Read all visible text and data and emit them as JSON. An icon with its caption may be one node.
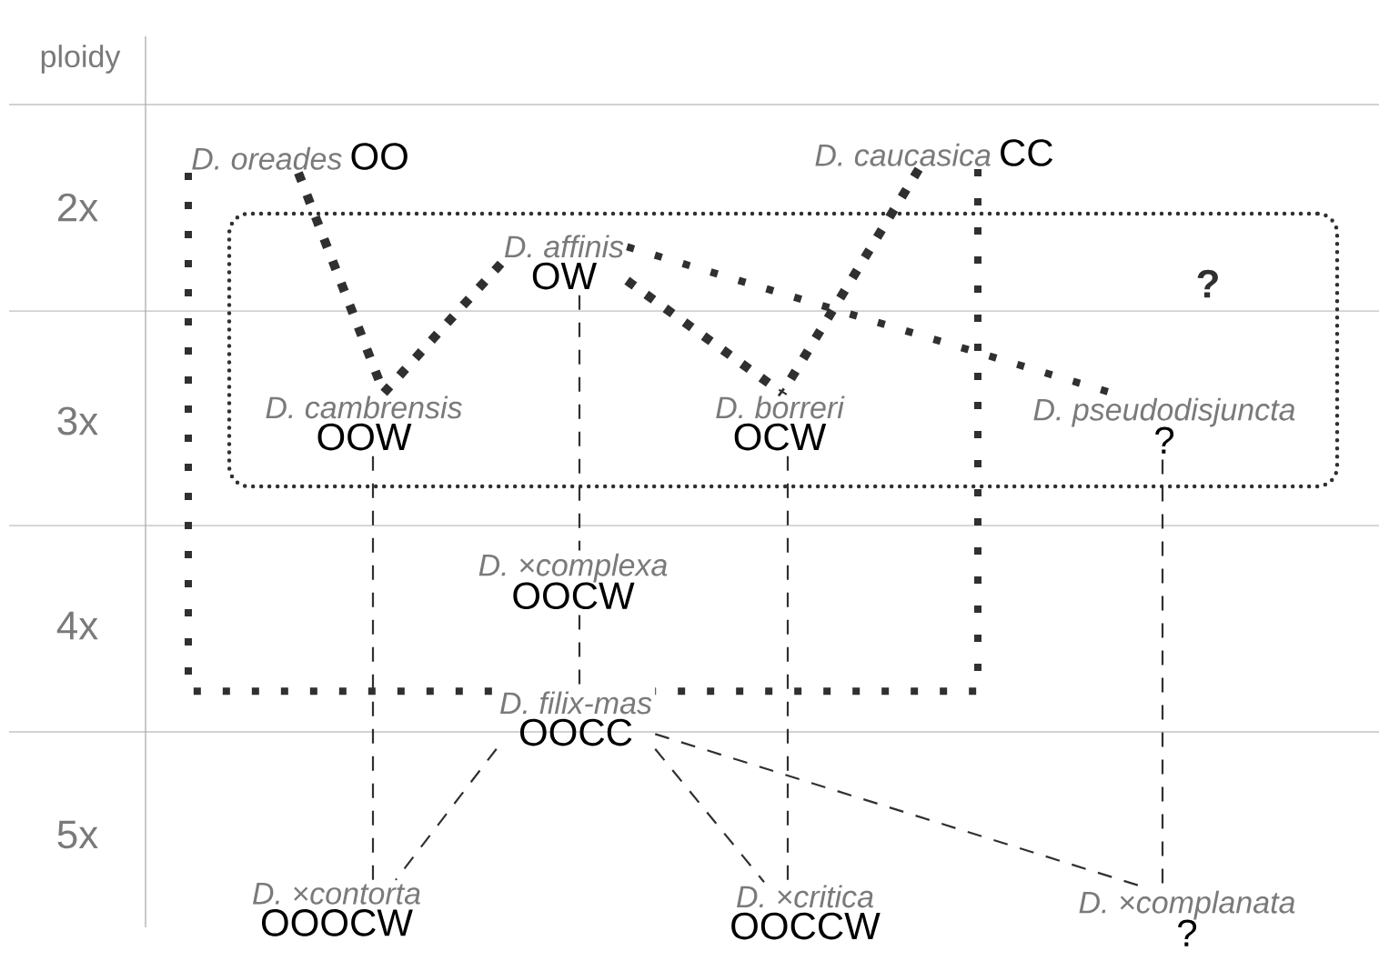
{
  "diagram": {
    "nodes": [
      {
        "text": [
          "D. oreades",
          "OO"
        ]
      },
      {
        "text": [
          "D. caucasica",
          "CC"
        ]
      },
      {
        "text": [
          "?"
        ]
      },
      {
        "text": [
          "D. affinis",
          "OW"
        ],
        "in": 2
      },
      {
        "text": [
          "D. cambrensis",
          "OOW"
        ],
        "in": 2
      },
      {
        "text": [
          "D. borreri",
          "OCW"
        ],
        "in": 2
      },
      {
        "text": [
          "D. pseudodisjuncta",
          "?"
        ],
        "in": 2
      },
      {
        "text": [
          "D. ×complexa",
          "OOCW"
        ]
      },
      {
        "text": [
          "D. filix-mas",
          "OOCC"
        ]
      },
      {
        "text": [
          "D. ×contorta",
          "OOOCW"
        ]
      },
      {
        "text": [
          "D. ×critica",
          "OOCCW"
        ]
      },
      {
        "text": [
          "D. ×complanata",
          "?"
        ]
      }
    ],
    "edges": [
      {
        "from": 0,
        "to": 4,
        "arrow": "none",
        "style": "dashed"
      },
      {
        "from": 3,
        "to": 4,
        "arrow": "none",
        "style": "dashed"
      },
      {
        "from": 3,
        "to": 5,
        "arrow": "none",
        "style": "dashed"
      },
      {
        "from": 1,
        "to": 5,
        "arrow": "none",
        "style": "dashed"
      },
      {
        "from": 3,
        "to": 6,
        "arrow": "none",
        "style": "dashed"
      },
      {
        "from": 0,
        "to": 8,
        "arrow": "none",
        "style": "dashed"
      },
      {
        "from": 1,
        "to": 8,
        "arrow": "none",
        "style": "dashed"
      },
      {
        "from": 3,
        "to": 7,
        "arrow": "none",
        "style": "dashed"
      },
      {
        "from": 7,
        "to": 8,
        "arrow": "none",
        "style": "dashed"
      },
      {
        "from": 4,
        "to": 9,
        "arrow": "none",
        "style": "dashed"
      },
      {
        "from": 8,
        "to": 9,
        "arrow": "none",
        "style": "dashed"
      },
      {
        "from": 5,
        "to": 10,
        "arrow": "none",
        "style": "dashed"
      },
      {
        "from": 8,
        "to": 10,
        "arrow": "none",
        "style": "dashed"
      },
      {
        "from": 8,
        "to": 11,
        "arrow": "none",
        "style": "dashed"
      },
      {
        "from": 6,
        "to": 11,
        "arrow": "none",
        "style": "dashed"
      }
    ],
    "labels": [
      "ploidy",
      "2x",
      "3x",
      "4x",
      "5x"
    ]
  }
}
